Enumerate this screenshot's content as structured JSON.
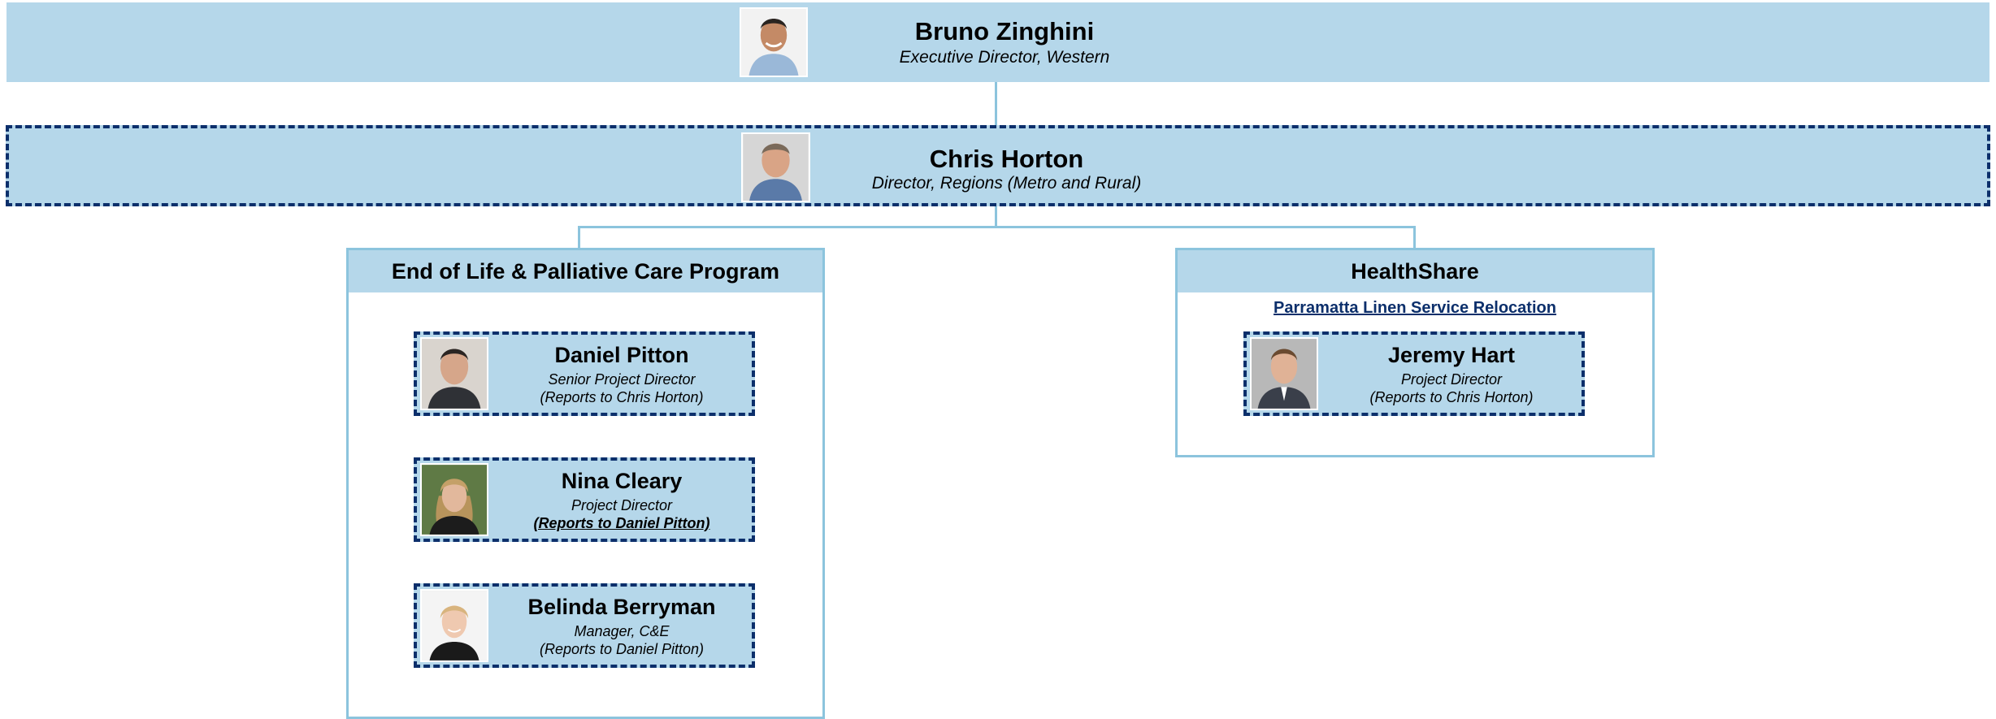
{
  "top": {
    "name": "Bruno Zinghini",
    "title": "Executive Director, Western"
  },
  "second": {
    "name": "Chris Horton",
    "title": "Director, Regions (Metro and Rural)"
  },
  "left_panel": {
    "title": "End of Life & Palliative Care Program",
    "people": [
      {
        "name": "Daniel Pitton",
        "title": "Senior Project Director",
        "reports": "(Reports to Chris Horton)"
      },
      {
        "name": "Nina Cleary",
        "title": "Project Director",
        "reports": "(Reports to Daniel Pitton)"
      },
      {
        "name": "Belinda Berryman",
        "title": "Manager, C&E",
        "reports": "(Reports to Daniel Pitton)"
      }
    ]
  },
  "right_panel": {
    "title": "HealthShare",
    "link": "Parramatta Linen Service Relocation",
    "people": [
      {
        "name": "Jeremy Hart",
        "title": "Project Director",
        "reports": "(Reports to Chris Horton)"
      }
    ]
  },
  "colors": {
    "box_fill": "#b5d7ea",
    "dashed_border": "#0c2f6b",
    "connector": "#8cc4dd"
  },
  "icons": [
    "person-photo"
  ]
}
